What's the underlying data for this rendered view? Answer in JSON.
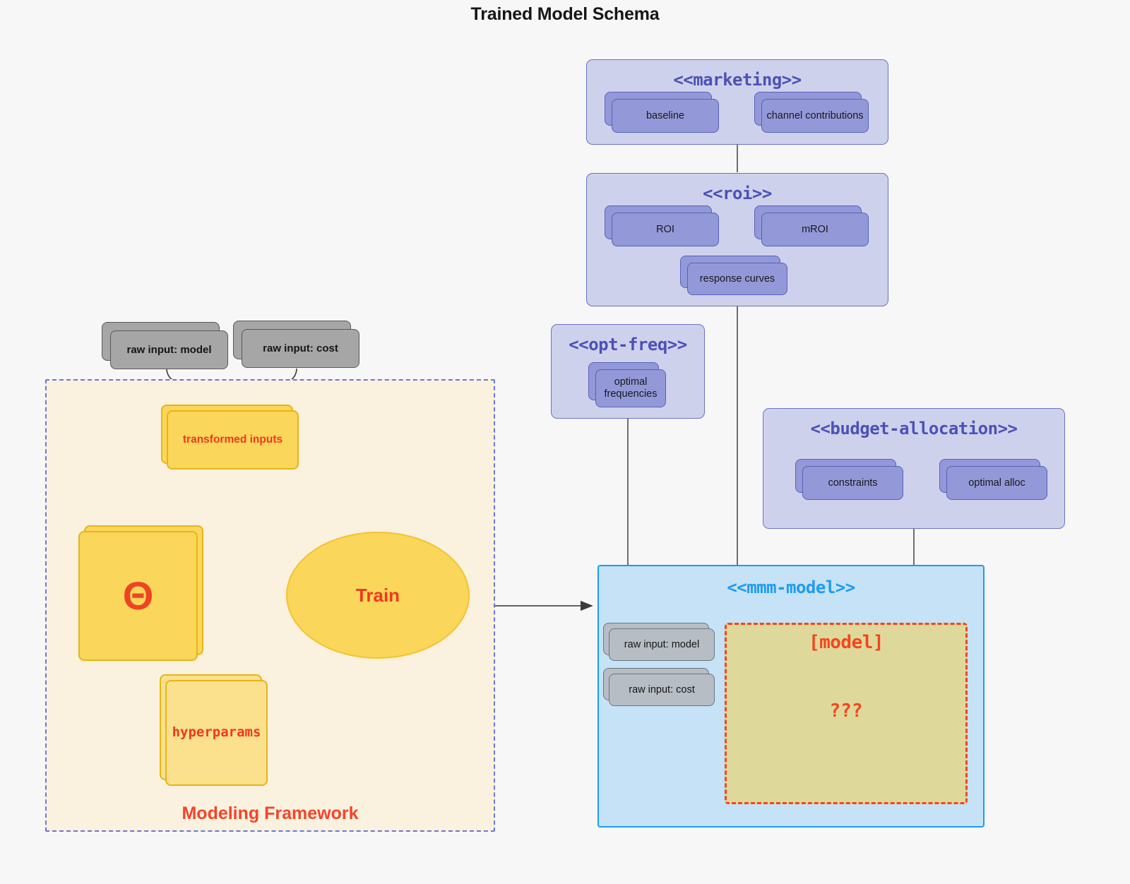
{
  "title": "Trained Model Schema",
  "packages": {
    "marketing": {
      "name": "<<marketing>>",
      "elements": [
        {
          "label": "baseline"
        },
        {
          "label": "channel contributions"
        }
      ]
    },
    "roi": {
      "name": "<<roi>>",
      "elements": [
        {
          "label": "ROI"
        },
        {
          "label": "mROI"
        },
        {
          "label": "response curves"
        }
      ]
    },
    "opt_freq": {
      "name": "<<opt-freq>>",
      "elements": [
        {
          "label": "optimal\nfrequencies",
          "line1": "optimal",
          "line2": "frequencies"
        }
      ]
    },
    "budget_allocation": {
      "name": "<<budget-allocation>>",
      "elements": [
        {
          "label": "constraints"
        },
        {
          "label": "optimal alloc"
        }
      ]
    },
    "mmm_model": {
      "name": "<<mmm-model>>",
      "inputs": [
        {
          "label": "raw input: model"
        },
        {
          "label": "raw input: cost"
        }
      ],
      "model_box": {
        "label": "[model]",
        "unknown": "???"
      }
    }
  },
  "framework": {
    "label": "Modeling Framework",
    "raw_inputs": [
      {
        "label": "raw input: model"
      },
      {
        "label": "raw input: cost"
      }
    ],
    "transformed_inputs": {
      "label": "transformed inputs"
    },
    "theta": {
      "label": "Θ"
    },
    "hyperparams": {
      "label": "hyperparams"
    },
    "train": {
      "label": "Train"
    }
  },
  "colors": {
    "background": "#f7f7f7",
    "package_fill": "#ced1ec",
    "package_border": "#6c72c4",
    "package_title": "#4b52b5",
    "element_purple": "#9399d8",
    "element_grey_dark": "#a6a6a6",
    "element_grey_light": "#b6bdc4",
    "yellow": "#fad65a",
    "yellow_light": "#fbe08d",
    "yellow_border": "#e8b417",
    "accent_red": "#f4442a",
    "framework_fill": "#faf1df",
    "framework_border": "#6a78d6",
    "mmm_fill": "#c5e2f7",
    "mmm_border": "#1e9bf0",
    "model_fill": "#ded99a",
    "model_border": "#f4451f",
    "connector": "#4d4d4d"
  }
}
